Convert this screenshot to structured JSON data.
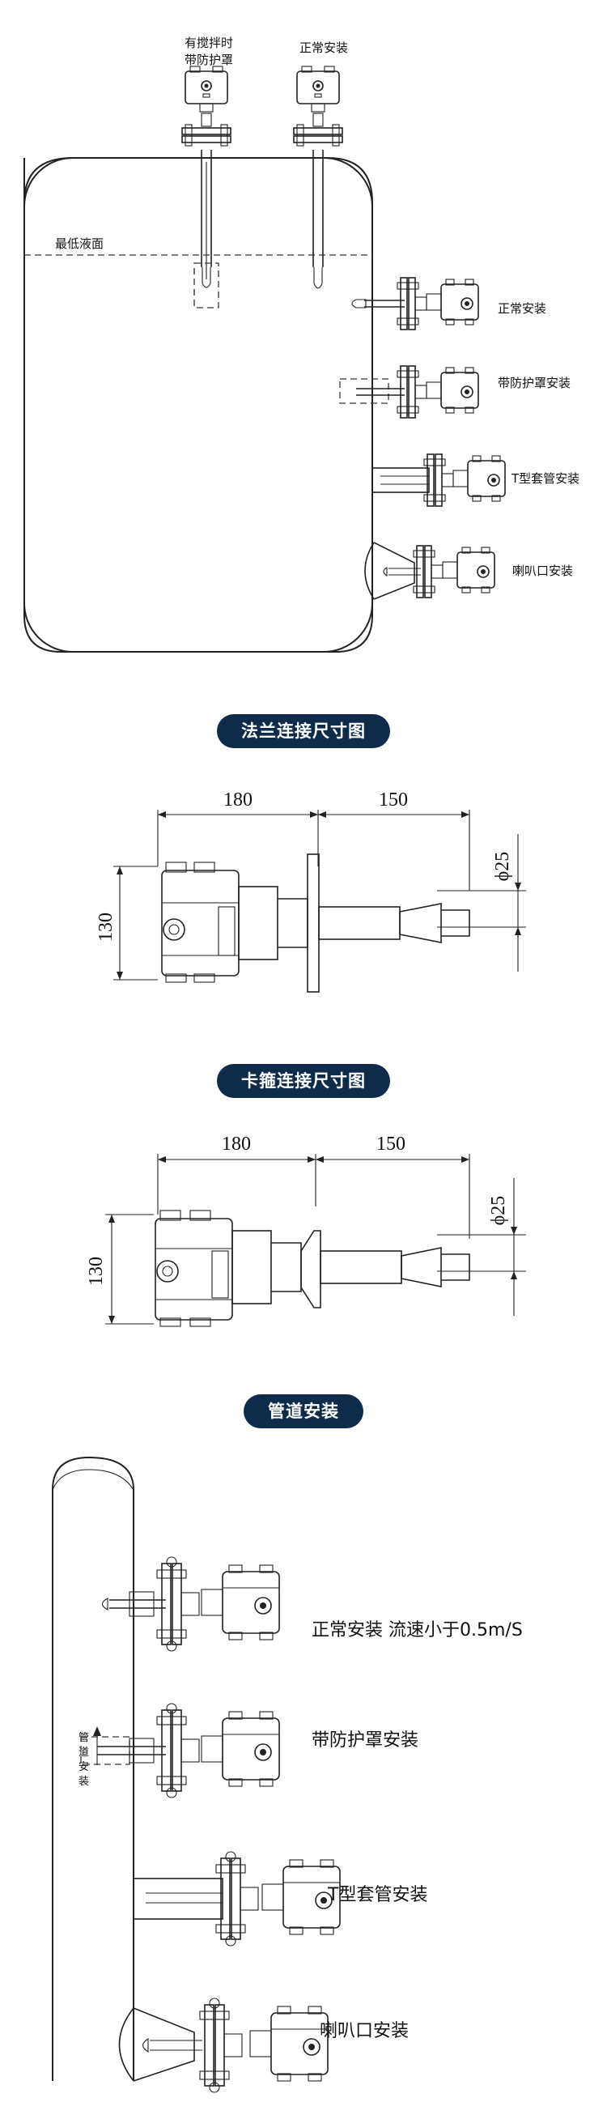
{
  "tank": {
    "label_top_left": [
      "有搅拌时",
      "带防护罩"
    ],
    "label_top_right": "正常安装",
    "label_min_level": "最低液面",
    "label_side_1": "正常安装",
    "label_side_2": "带防护罩安装",
    "label_side_3": "T型套管安装",
    "label_side_4": "喇叭口安装"
  },
  "flange_section": {
    "title": "法兰连接尺寸图",
    "dim_width_1": "180",
    "dim_width_2": "150",
    "dim_height": "130",
    "dim_diameter": "ϕ25"
  },
  "clamp_section": {
    "title": "卡箍连接尺寸图",
    "dim_width_1": "180",
    "dim_width_2": "150",
    "dim_height": "130",
    "dim_diameter": "ϕ25"
  },
  "pipe_section": {
    "title": "管道安装",
    "label_1": "正常安装  流速小于0.5m/S",
    "label_2": "带防护罩安装",
    "label_3": "T型套管安装",
    "label_4": "喇叭口安装",
    "flow_label": [
      "管",
      "道",
      "安",
      "装"
    ]
  },
  "colors": {
    "pill_bg": "#0e2c4a",
    "pill_text": "#ffffff",
    "line": "#222222"
  }
}
